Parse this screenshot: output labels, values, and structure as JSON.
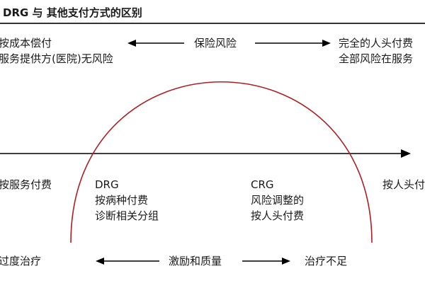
{
  "title": "DRG 与 其他支付方式的区别",
  "top_left": {
    "line1": "按成本偿付",
    "line2": "服务提供方(医院)无风险"
  },
  "top_center": "保险风险",
  "top_right": {
    "line1": "完全的人头付费",
    "line2": "全部风险在服务"
  },
  "mid_left": "按服务付费",
  "mid_right": "按人头付",
  "drg": {
    "line1": "DRG",
    "line2": "按病种付费",
    "line3": "诊断相关分组"
  },
  "crg": {
    "line1": "CRG",
    "line2": "风险调整的",
    "line3": "按人头付费"
  },
  "bottom_left": "过度治疗",
  "bottom_center": "激励和质量",
  "bottom_right": "治疗不足",
  "colors": {
    "arc": "#b01e23",
    "line": "#000000"
  }
}
